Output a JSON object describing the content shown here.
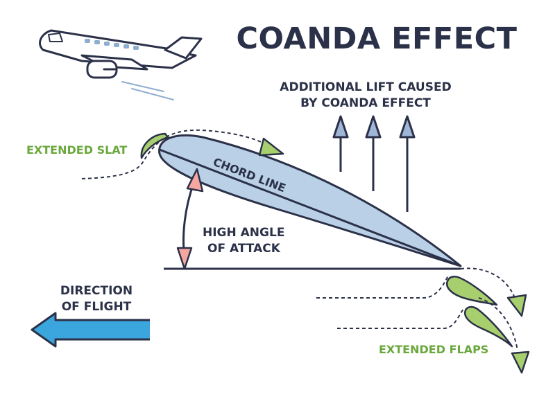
{
  "title": "COANDA EFFECT",
  "labels": {
    "lift_line1": "ADDITIONAL LIFT CAUSED",
    "lift_line2": "BY COANDA EFFECT",
    "extended_slat": "EXTENDED SLAT",
    "chord_line": "CHORD LINE",
    "aoa_line1": "HIGH ANGLE",
    "aoa_line2": "OF ATTACK",
    "direction_line1": "DIRECTION",
    "direction_line2": "OF FLIGHT",
    "extended_flaps": "EXTENDED FLAPS"
  },
  "colors": {
    "ink": "#2b3148",
    "airfoil_fill": "#b9d0e6",
    "green_fill": "#a8cf6e",
    "green_text": "#6aa83c",
    "lift_arrow_fill": "#9fb6d6",
    "aoa_arrow_fill": "#f4a6a0",
    "flight_arrow_fill": "#3aa6dd",
    "plane_window": "#8eaed0",
    "background": "#ffffff"
  },
  "icons": {
    "airplane": "airplane-icon",
    "direction": "arrow-left-icon",
    "lift": "arrow-up-icon"
  }
}
